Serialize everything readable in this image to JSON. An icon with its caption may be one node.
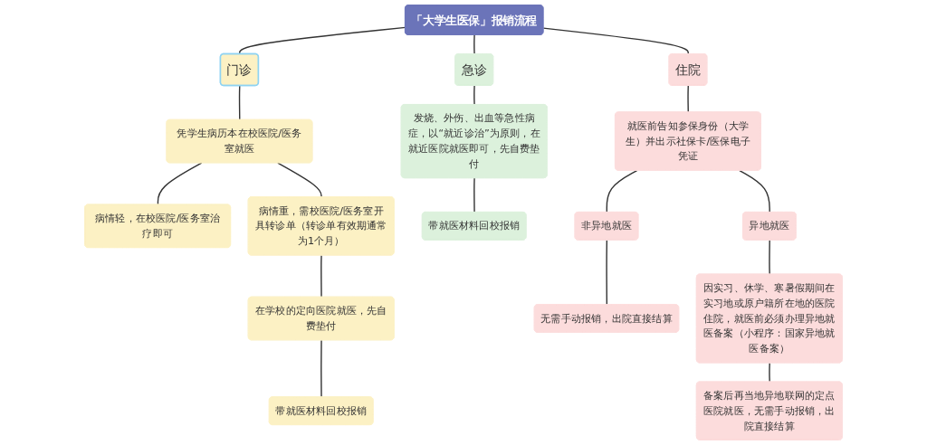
{
  "diagram": {
    "nodes": [
      {
        "text": [
          "「大学生医保」报销流程"
        ]
      },
      {
        "text": [
          "门诊"
        ]
      },
      {
        "text": [
          "急诊"
        ]
      },
      {
        "text": [
          "住院"
        ]
      },
      {
        "text": [
          "凭学生病历本在校医院/医务室就医"
        ]
      },
      {
        "text": [
          "病情轻，在校医院/医务室治疗即可"
        ]
      },
      {
        "text": [
          "病情重，需校医院/医务室开具转诊单（转诊单有效期通常为1个月）"
        ]
      },
      {
        "text": [
          "在学校的定向医院就医，先自费垫付"
        ]
      },
      {
        "text": [
          "带就医材料回校报销"
        ]
      },
      {
        "text": [
          "发烧、外伤、出血等急性病症，以“就近诊治”为原则，在就近医院就医即可，先自费垫付"
        ]
      },
      {
        "text": [
          "带就医材料回校报销"
        ]
      },
      {
        "text": [
          "就医前告知参保身份（大学生）并出示社保卡/医保电子凭证"
        ]
      },
      {
        "text": [
          "非异地就医"
        ]
      },
      {
        "text": [
          "异地就医"
        ]
      },
      {
        "text": [
          "无需手动报销，出院直接结算"
        ]
      },
      {
        "text": [
          "因实习、休学、寒暑假期间在实习地或原户籍所在地的医院住院，就医前必须办理异地就医备案（小程序：国家异地就医备案）"
        ]
      },
      {
        "text": [
          "备案后再当地异地联网的定点医院就医，无需手动报销，出院直接结算"
        ]
      }
    ],
    "edges": [
      {
        "from": 0,
        "to": 1,
        "arrow": "none"
      },
      {
        "from": 0,
        "to": 2,
        "arrow": "none"
      },
      {
        "from": 0,
        "to": 3,
        "arrow": "none"
      },
      {
        "from": 1,
        "to": 4,
        "arrow": "none"
      },
      {
        "from": 4,
        "to": 5,
        "arrow": "none"
      },
      {
        "from": 4,
        "to": 6,
        "arrow": "none"
      },
      {
        "from": 6,
        "to": 7,
        "arrow": "none"
      },
      {
        "from": 7,
        "to": 8,
        "arrow": "none"
      },
      {
        "from": 2,
        "to": 9,
        "arrow": "none"
      },
      {
        "from": 9,
        "to": 10,
        "arrow": "none"
      },
      {
        "from": 3,
        "to": 11,
        "arrow": "none"
      },
      {
        "from": 11,
        "to": 12,
        "arrow": "none"
      },
      {
        "from": 11,
        "to": 13,
        "arrow": "none"
      },
      {
        "from": 12,
        "to": 14,
        "arrow": "none"
      },
      {
        "from": 13,
        "to": 15,
        "arrow": "none"
      },
      {
        "from": 15,
        "to": 16,
        "arrow": "none"
      }
    ]
  }
}
